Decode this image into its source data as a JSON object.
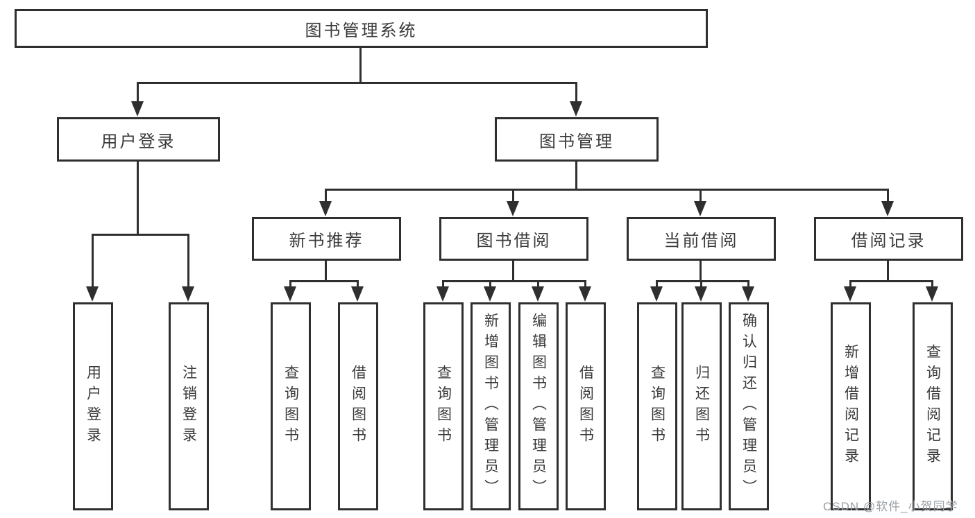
{
  "diagram": {
    "type": "tree",
    "title": "图书管理系统",
    "nodes": {
      "root": "图书管理系统",
      "login": {
        "label": "用户登录",
        "children": [
          "用户登录",
          "注销登录"
        ]
      },
      "mgmt": {
        "label": "图书管理",
        "groups": [
          {
            "label": "新书推荐",
            "children": [
              "查询图书",
              "借阅图书"
            ]
          },
          {
            "label": "图书借阅",
            "children": [
              "查询图书",
              "新增图书（管理员）",
              "编辑图书（管理员）",
              "借阅图书"
            ]
          },
          {
            "label": "当前借阅",
            "children": [
              "查询图书",
              "归还图书",
              "确认归还（管理员）"
            ]
          },
          {
            "label": "借阅记录",
            "children": [
              "新增借阅记录",
              "查询借阅记录"
            ]
          }
        ]
      }
    },
    "colors": {
      "line": "#2f2f2f",
      "box_border": "#2f2f2f",
      "text": "#3a3a3a",
      "background": "#ffffff",
      "watermark_text": "#9aa0a6"
    }
  },
  "watermark": "CSDN @软件_小贺同学"
}
